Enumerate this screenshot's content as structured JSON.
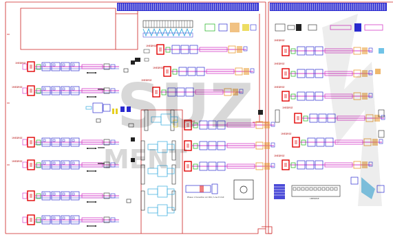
{
  "colors": {
    "wall": "#cc2020",
    "line_pink": "#d63cc8",
    "line_blue": "#2a2ad0",
    "accent_red": "#e00000",
    "green": "#18b018",
    "orange": "#e89a30",
    "cyan": "#33aadd",
    "yellow": "#e6cf20",
    "watermark": "#999999"
  },
  "watermark": {
    "line1": "SUZ",
    "line2": "MENT"
  },
  "labels": {
    "l1": "1MEDRSE",
    "l2": "1MEDRSE",
    "l3": "1MEDRSE",
    "l4": "1MEDRSE",
    "l5": "1MEDRSE",
    "l6": "1MEDRSE",
    "l7": "1MEDRSE",
    "l8": "1MEDRSE",
    "l9": "1MEDRSE",
    "l10": "1MEDRSE",
    "l11": "1MEDRSE",
    "l12": "1MEDRSE",
    "l13": "1MEDRSE",
    "l14": "1MEDRSE"
  },
  "notes": {
    "bottom_center": "Phase 1 transition Air Rtd / Line 8 Unit",
    "bottom_right": "1MEDRSE"
  }
}
